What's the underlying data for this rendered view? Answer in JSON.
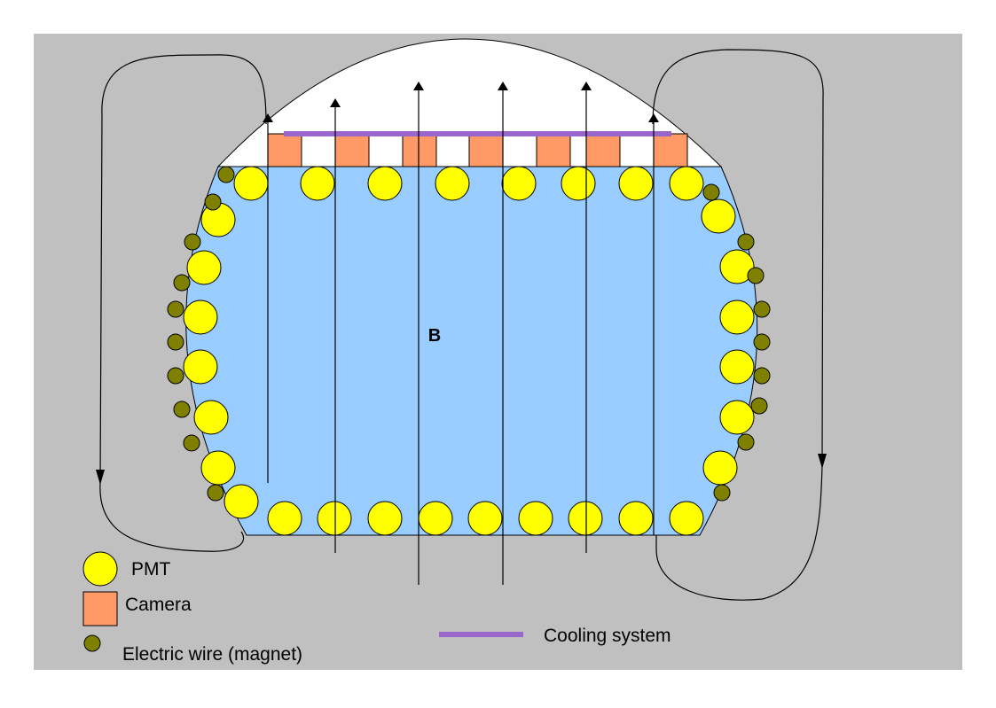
{
  "diagram": {
    "field_label": "B",
    "legend": {
      "pmt": "PMT",
      "camera": "Camera",
      "electric_wire": "Electric wire (magnet)",
      "cooling": "Cooling system"
    }
  },
  "colors": {
    "background": "#c0c0c0",
    "tank_water": "#99ccff",
    "tank_dome": "#ffffff",
    "pmt_fill": "#ffff00",
    "camera_fill": "#ff9966",
    "wire_fill": "#808000",
    "cooling_line": "#9966cc",
    "line": "#000000"
  }
}
